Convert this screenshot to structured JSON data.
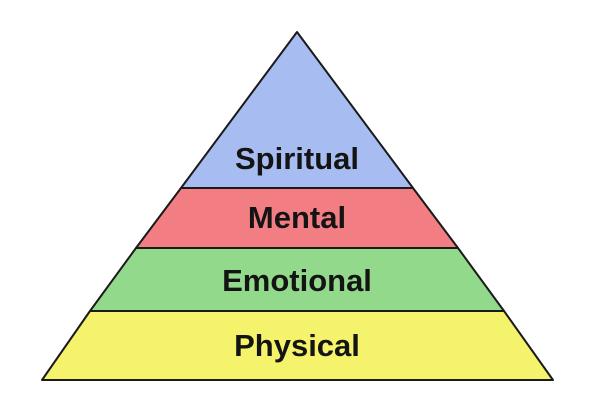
{
  "pyramid": {
    "tiers": [
      {
        "label": "Spiritual",
        "color": "#a7bdf2"
      },
      {
        "label": "Mental",
        "color": "#f27e84"
      },
      {
        "label": "Emotional",
        "color": "#93d98c"
      },
      {
        "label": "Physical",
        "color": "#f5f26c"
      }
    ]
  }
}
